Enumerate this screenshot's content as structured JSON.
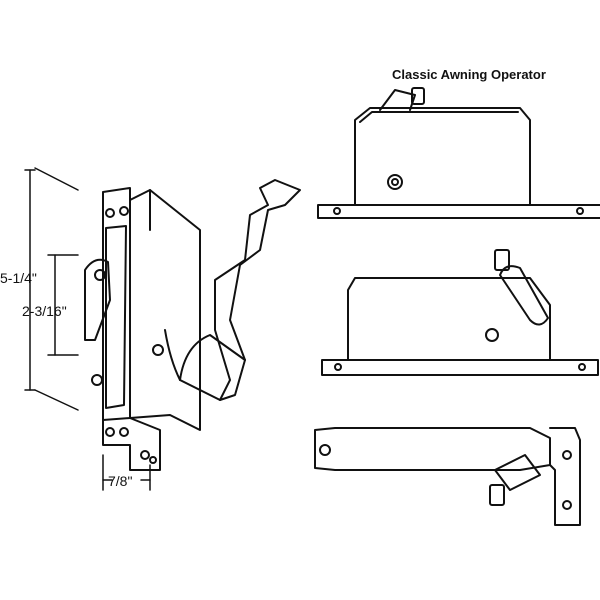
{
  "title": "Classic Awning Operator",
  "dimensions": {
    "overall_height": "5-1/4\"",
    "hole_spacing": "2-3/16\"",
    "base_width": "7/8\""
  },
  "colors": {
    "line": "#111111",
    "background": "#ffffff"
  }
}
